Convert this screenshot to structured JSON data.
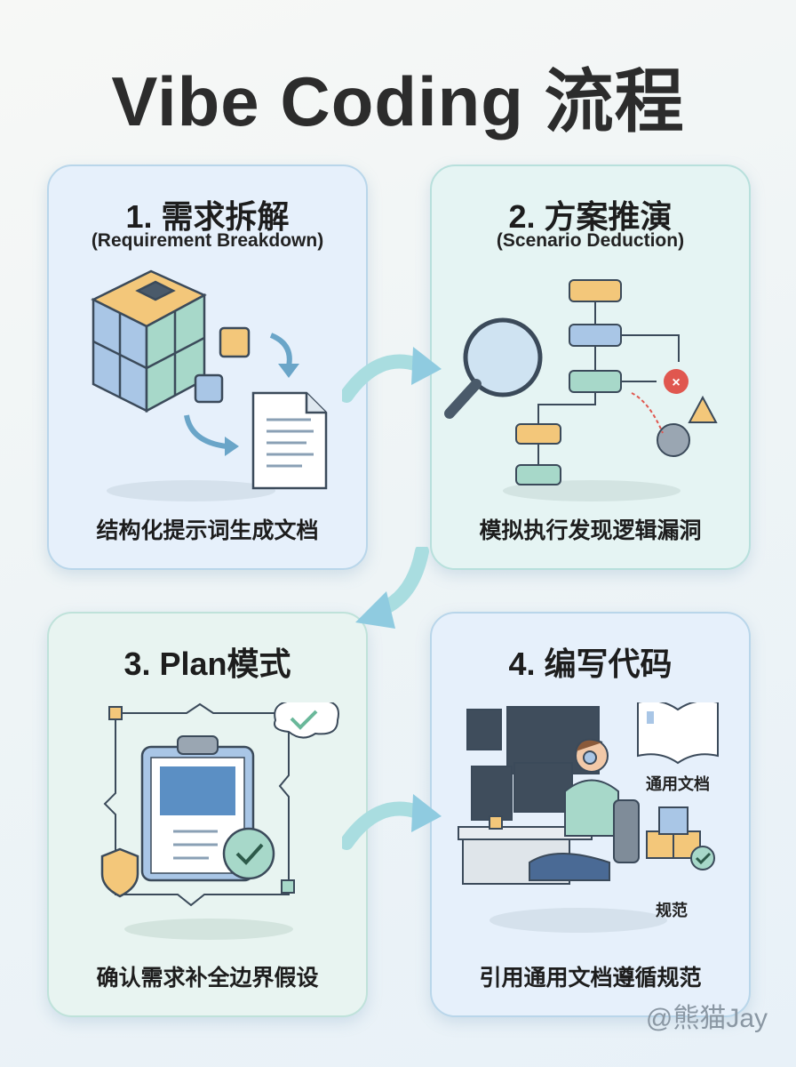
{
  "title": "Vibe Coding 流程",
  "steps": [
    {
      "title": "1. 需求拆解",
      "subtitle": "(Requirement Breakdown)",
      "caption": "结构化提示词生成文档"
    },
    {
      "title": "2. 方案推演",
      "subtitle": "(Scenario Deduction)",
      "caption": "模拟执行发现逻辑漏洞"
    },
    {
      "title": "3. Plan模式",
      "caption": "确认需求补全边界假设"
    },
    {
      "title": "4. 编写代码",
      "caption": "引用通用文档遵循规范",
      "labels": {
        "docs": "通用文档",
        "standards": "规范"
      }
    }
  ],
  "watermark": "@熊猫Jay",
  "colors": {
    "blue": "#a9c6e6",
    "yellow": "#f3c77a",
    "green": "#a7d8c9",
    "red": "#e0574f"
  }
}
